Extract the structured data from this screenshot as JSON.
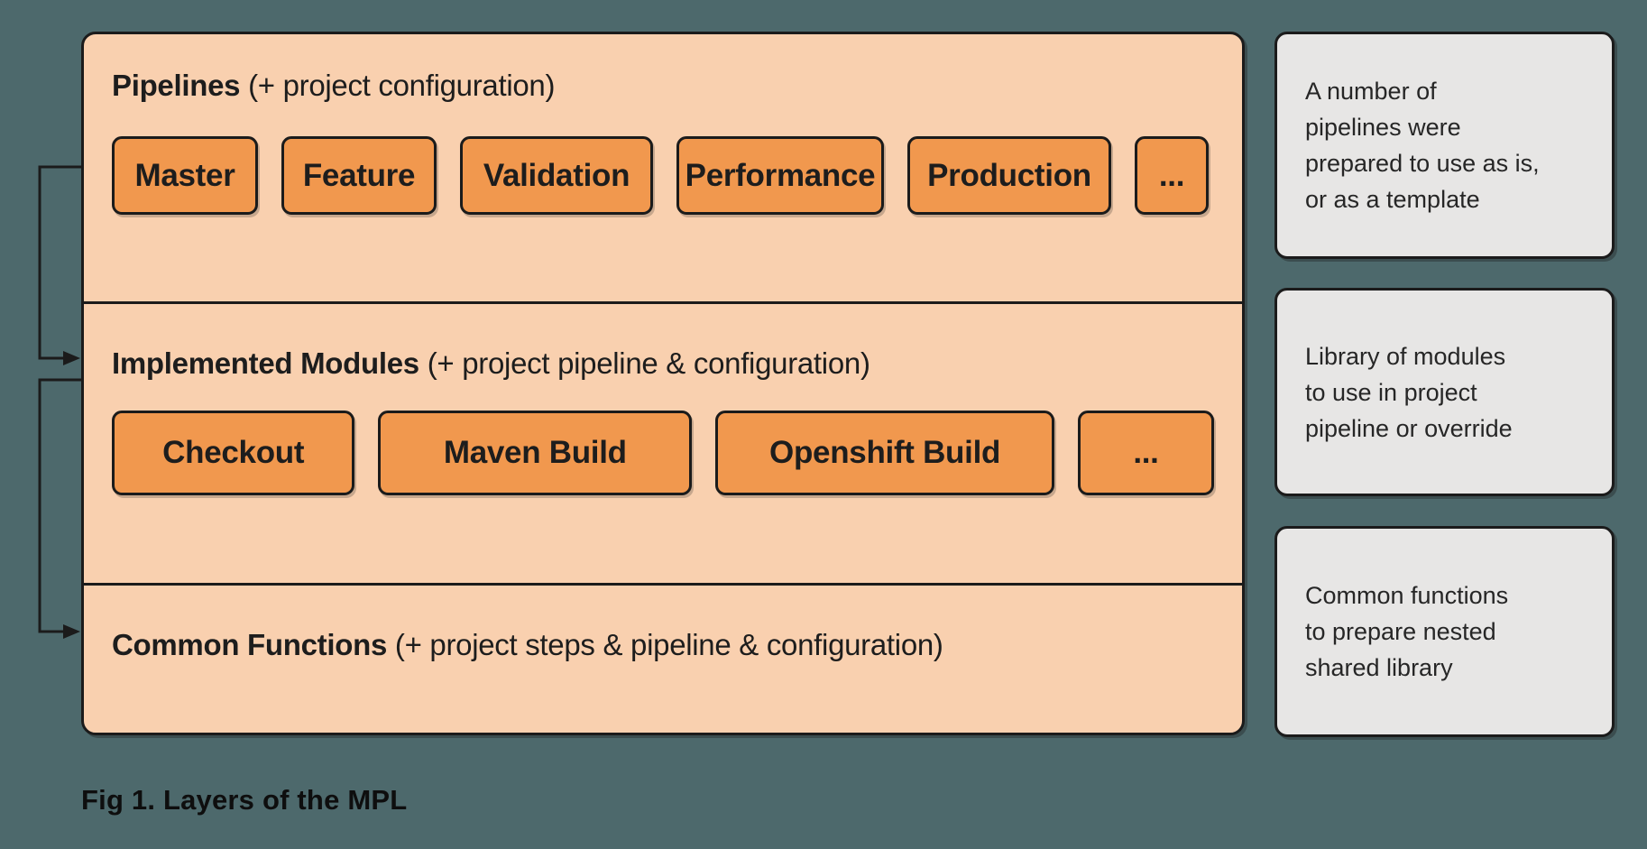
{
  "colors": {
    "background": "#4D696C",
    "layer_fill": "#F9D0AF",
    "button_fill": "#F1984E",
    "note_fill": "#E7E6E5",
    "border": "#1B1B1B"
  },
  "layers": [
    {
      "title_bold": "Pipelines",
      "title_rest": " (+ project configuration)",
      "buttons": [
        "Master",
        "Feature",
        "Validation",
        "Performance",
        "Production",
        "..."
      ]
    },
    {
      "title_bold": "Implemented Modules",
      "title_rest": " (+ project pipeline & configuration)",
      "buttons": [
        "Checkout",
        "Maven Build",
        "Openshift Build",
        "..."
      ]
    },
    {
      "title_bold": "Common Functions",
      "title_rest": " (+ project steps & pipeline & configuration)",
      "buttons": []
    }
  ],
  "notes": [
    {
      "text": "A number of\npipelines were\nprepared to use as is,\nor as a template"
    },
    {
      "text": "Library of modules\nto use in project\npipeline or override"
    },
    {
      "text": "Common functions\nto prepare nested\nshared library"
    }
  ],
  "figure": {
    "caption": "Fig 1. Layers of the MPL"
  }
}
